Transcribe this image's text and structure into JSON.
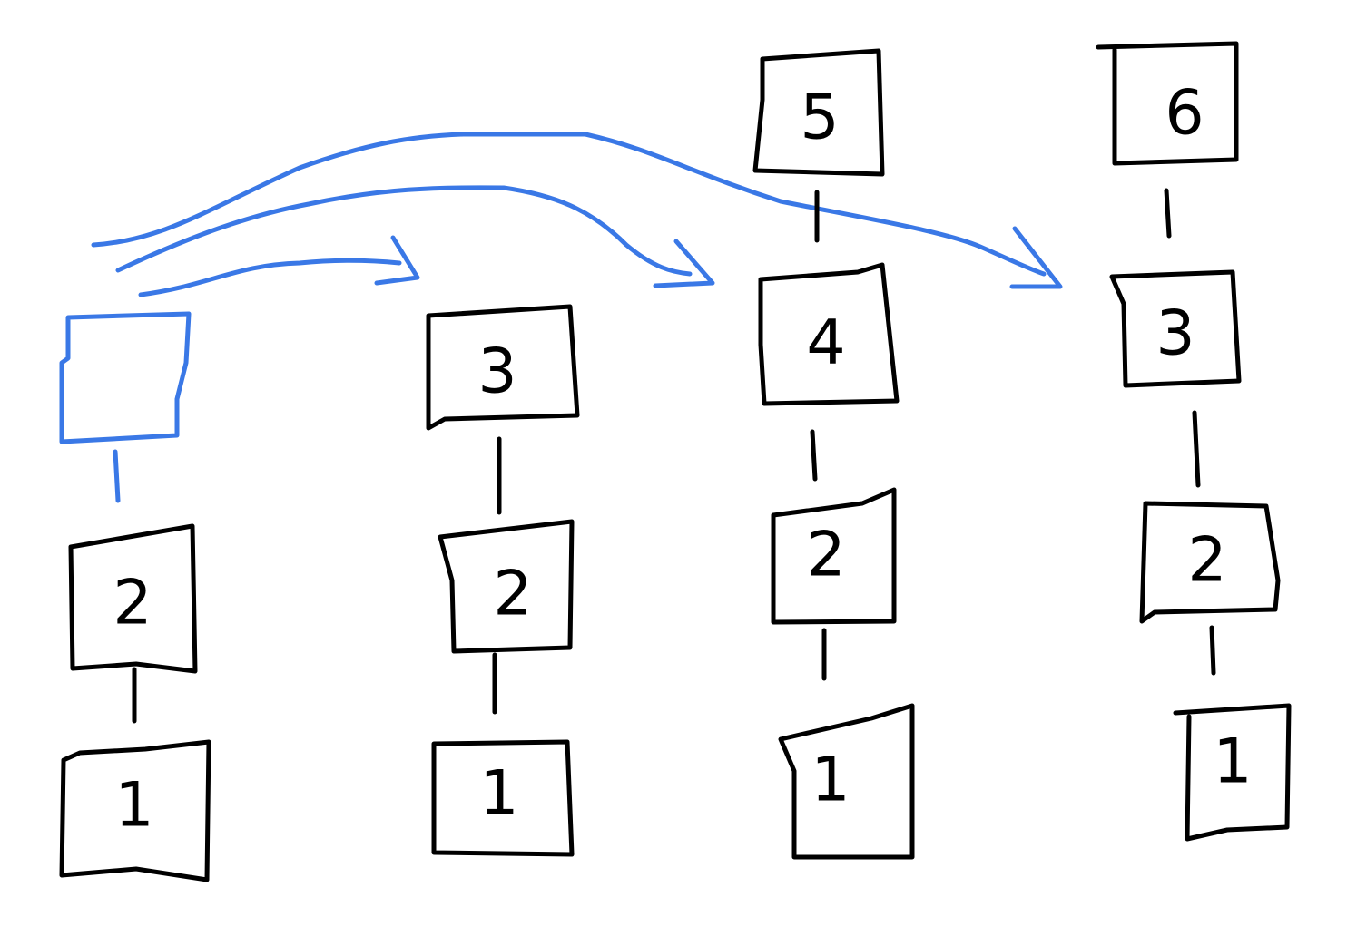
{
  "diagram": {
    "colors": {
      "ink": "#000000",
      "highlight": "#3a78e6"
    },
    "stacks": [
      {
        "nodes": [
          "",
          "2",
          "1"
        ]
      },
      {
        "nodes": [
          "3",
          "2",
          "1"
        ]
      },
      {
        "nodes": [
          "5",
          "4",
          "2",
          "1"
        ]
      },
      {
        "nodes": [
          "6",
          "3",
          "2",
          "1"
        ]
      }
    ]
  }
}
